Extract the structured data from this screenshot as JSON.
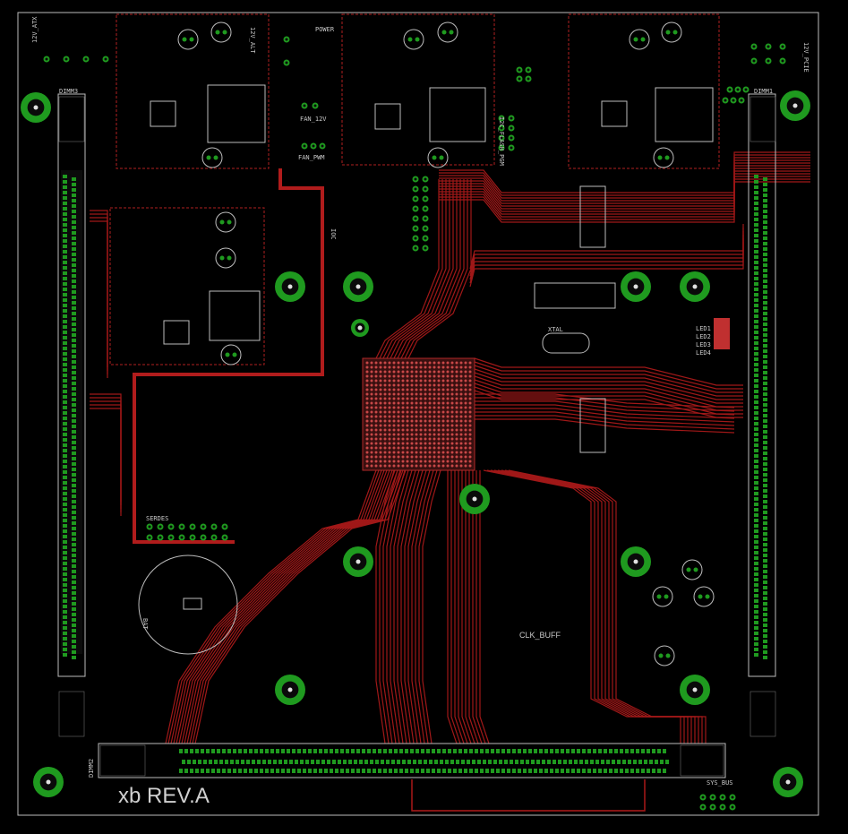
{
  "board": {
    "revision_label": "xb REV.A",
    "colors": {
      "background": "#000000",
      "copper": "#a01818",
      "pad": "#1f9a1f",
      "silkscreen": "#c8c8c8"
    }
  },
  "labels": {
    "dimm1": "DIMM1",
    "dimm2": "DIMM2",
    "dimm3": "DIMM3",
    "power": "POWER",
    "fan_12v": "FAN_12V",
    "fan_pwm": "FAN_PWM",
    "v12_atx": "12V_ATX",
    "v12_alt": "12V_ALT",
    "v12_pcie": "12V_PCIE",
    "xtal": "XTAL",
    "clk_buff": "CLK_BUFF",
    "serdes": "SERDES",
    "bat": "BAT",
    "sys_bus": "SYS_BUS",
    "i2c_flash_pgm": "I2C_FLASH_PGM",
    "ioc": "IOC",
    "led1": "LED1",
    "led2": "LED2",
    "led3": "LED3",
    "led4": "LED4"
  }
}
